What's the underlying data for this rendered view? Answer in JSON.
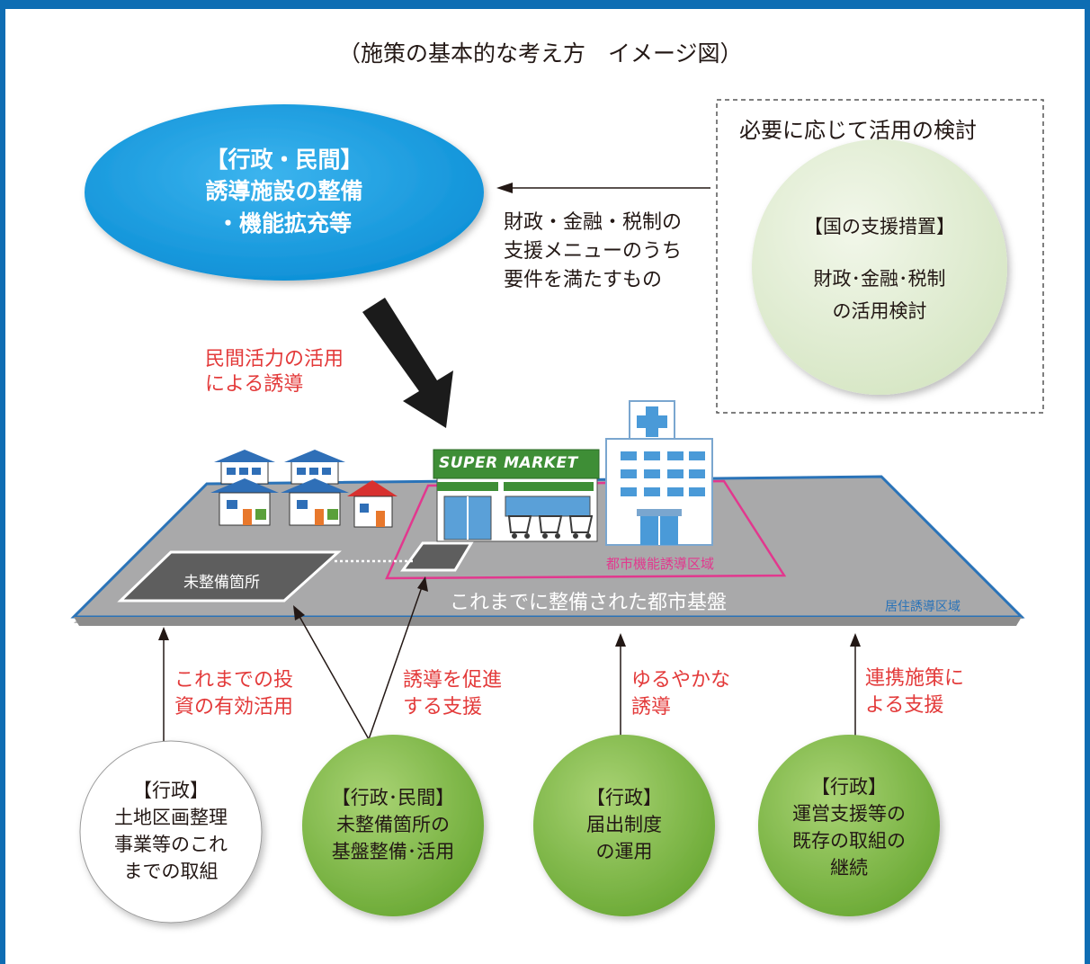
{
  "title": "（施策の基本的な考え方　イメージ図）",
  "blue_ellipse": {
    "lines": [
      "【行政・民間】",
      "誘導施設の整備",
      "・機能拡充等"
    ],
    "color": "#1a9de0"
  },
  "review_box": {
    "title": "必要に応じて活用の検討",
    "circle_heading": "【国の支援措置】",
    "circle_lines": [
      "財政･金融･税制",
      "の活用検討"
    ],
    "circle_color": "#e3eed6"
  },
  "support_menu_text": [
    "財政・金融・税制の",
    "支援メニューのうち",
    "要件を満たすもの"
  ],
  "private_induction_text": [
    "民間活力の活用",
    "による誘導"
  ],
  "scene": {
    "supermarket_sign": "SUPER MARKET",
    "undeveloped_label": "未整備箇所",
    "urban_zone_label": "都市機能誘導区域",
    "base_label": "これまでに整備された都市基盤",
    "residential_zone_label": "居住誘導区域",
    "colors": {
      "ground": "#a9a9aa",
      "zone_outline": "#e2388e",
      "residential_outline": "#2a73b8"
    }
  },
  "mid_labels": [
    {
      "lines": [
        "これまでの投",
        "資の有効活用"
      ]
    },
    {
      "lines": [
        "誘導を促進",
        "する支援"
      ]
    },
    {
      "lines": [
        "ゆるやかな",
        "誘導"
      ]
    },
    {
      "lines": [
        "連携施策に",
        "よる支援"
      ]
    }
  ],
  "bottom_circles": [
    {
      "lines": [
        "【行政】",
        "土地区画整理",
        "事業等のこれ",
        "までの取組"
      ],
      "color": "#ffffff"
    },
    {
      "lines": [
        "【行政･民間】",
        "未整備箇所の",
        "基盤整備･活用"
      ],
      "color": "#79b642"
    },
    {
      "lines": [
        "【行政】",
        "届出制度",
        "の運用"
      ],
      "color": "#79b642"
    },
    {
      "lines": [
        "【行政】",
        "運営支援等の",
        "既存の取組の",
        "継続"
      ],
      "color": "#79b642"
    }
  ],
  "colors": {
    "frame": "#0e6db3",
    "accent_red": "#e33a3a",
    "green": "#79b642"
  }
}
